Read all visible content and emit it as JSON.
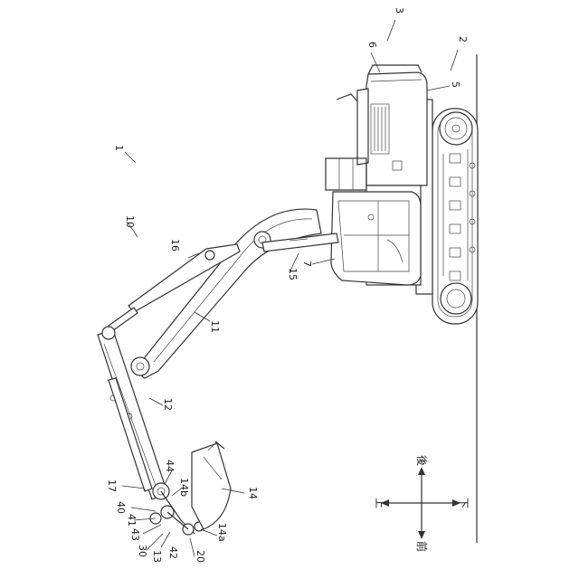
{
  "figure": {
    "reference_numerals": {
      "machine": "1",
      "lower_travel_body": "2",
      "upper_swing_body": "3",
      "counterweight_label": "5",
      "engine_cover_label": "6",
      "cab_label": "7",
      "work_device": "10",
      "boom": "11",
      "arm": "12",
      "link_label": "13",
      "bucket": "14",
      "bucket_pin_a": "14a",
      "bucket_bracket_b": "14b",
      "boom_cylinder": "15",
      "arm_cylinder": "16",
      "bucket_cylinder": "17",
      "link_device": "20",
      "link_30": "30",
      "link_40": "40",
      "link_41": "41",
      "link_42": "42",
      "link_43": "43",
      "link_44": "44"
    },
    "direction_indicator": {
      "up": "上",
      "down": "下",
      "front": "前",
      "rear": "後"
    }
  }
}
